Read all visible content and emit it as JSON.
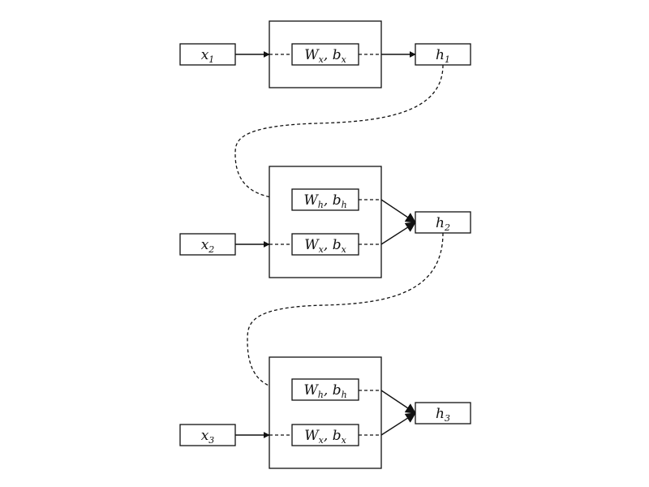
{
  "diagram": {
    "inputs": [
      {
        "base": "x",
        "sub": "1"
      },
      {
        "base": "x",
        "sub": "2"
      },
      {
        "base": "x",
        "sub": "3"
      }
    ],
    "outputs": [
      {
        "base": "h",
        "sub": "1"
      },
      {
        "base": "h",
        "sub": "2"
      },
      {
        "base": "h",
        "sub": "3"
      }
    ],
    "input_weights": {
      "w": "W",
      "w_sub": "x",
      "b": "b",
      "b_sub": "x",
      "sep": ", "
    },
    "hidden_weights": {
      "w": "W",
      "w_sub": "h",
      "b": "b",
      "b_sub": "h",
      "sep": ", "
    }
  }
}
